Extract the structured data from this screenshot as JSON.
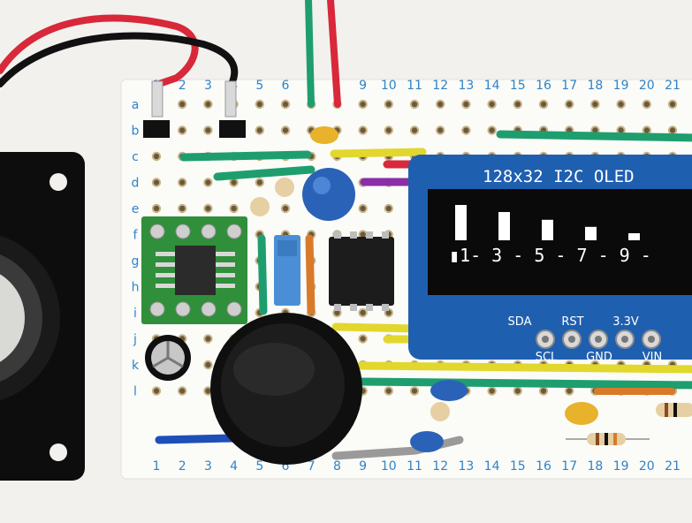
{
  "breadboard": {
    "column_numbers": [
      "1",
      "2",
      "3",
      "4",
      "5",
      "6",
      "7",
      "8",
      "9",
      "10",
      "11",
      "12",
      "13",
      "14",
      "15",
      "16",
      "17",
      "18",
      "19",
      "20",
      "21"
    ],
    "row_letters": [
      "a",
      "b",
      "c",
      "d",
      "e",
      "f",
      "g",
      "h",
      "i",
      "j",
      "k",
      "l"
    ]
  },
  "oled": {
    "title": "128x32 I2C OLED",
    "screen_text": "▮1- 3 - 5 - 7 - 9 -",
    "bar_levels": [
      1.0,
      0.8,
      0.58,
      0.38,
      0.2
    ],
    "pins_top": [
      "SDA",
      "RST",
      "3.3V"
    ],
    "pins_bottom": [
      "SCL",
      "GND",
      "VIN"
    ]
  },
  "colors": {
    "board": "#fbfbf8",
    "label_blue": "#2f83c9",
    "oled_pcb": "#1f5fb0",
    "wire_green": "#1e9e6e",
    "wire_red": "#d8283a",
    "wire_yellow": "#e2d72c",
    "speaker": "#101010"
  }
}
